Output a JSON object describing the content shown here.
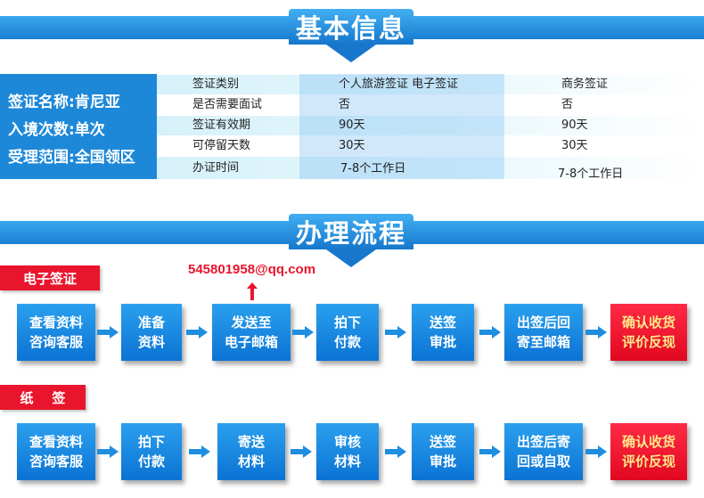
{
  "sections": {
    "basic_info_title": "基本信息",
    "process_title": "办理流程"
  },
  "visa": {
    "name": "签证名称:肯尼亚",
    "entries": "入境次数:单次",
    "scope": "受理范围:全国领区"
  },
  "table": {
    "header": [
      "签证类别",
      "个人旅游签证 电子签证",
      "商务签证"
    ],
    "rows": [
      [
        "是否需要面试",
        "否",
        "否"
      ],
      [
        "签证有效期",
        "90天",
        "90天"
      ],
      [
        "可停留天数",
        "30天",
        "30天"
      ],
      [
        "办证时间",
        "7-8个工作日",
        "7-8个工作日"
      ]
    ]
  },
  "electronic": {
    "label": "电子签证",
    "email": "545801958@qq.com",
    "steps": [
      [
        "查看资料",
        "咨询客服"
      ],
      [
        "准备",
        "资料"
      ],
      [
        "发送至",
        "电子邮箱"
      ],
      [
        "拍下",
        "付款"
      ],
      [
        "送签",
        "审批"
      ],
      [
        "出签后回",
        "寄至邮箱"
      ],
      [
        "确认收货",
        "评价反现"
      ]
    ]
  },
  "paper": {
    "label": "纸    签",
    "steps": [
      [
        "查看资料",
        "咨询客服"
      ],
      [
        "拍下",
        "付款"
      ],
      [
        "寄送",
        "材料"
      ],
      [
        "审核",
        "材料"
      ],
      [
        "送签",
        "审批"
      ],
      [
        "出签后寄",
        "回或自取"
      ],
      [
        "确认收货",
        "评价反现"
      ]
    ]
  },
  "colors": {
    "brand_blue": "#1e88d8",
    "accent_red": "#e8152d",
    "final_text": "#ffe98a"
  }
}
